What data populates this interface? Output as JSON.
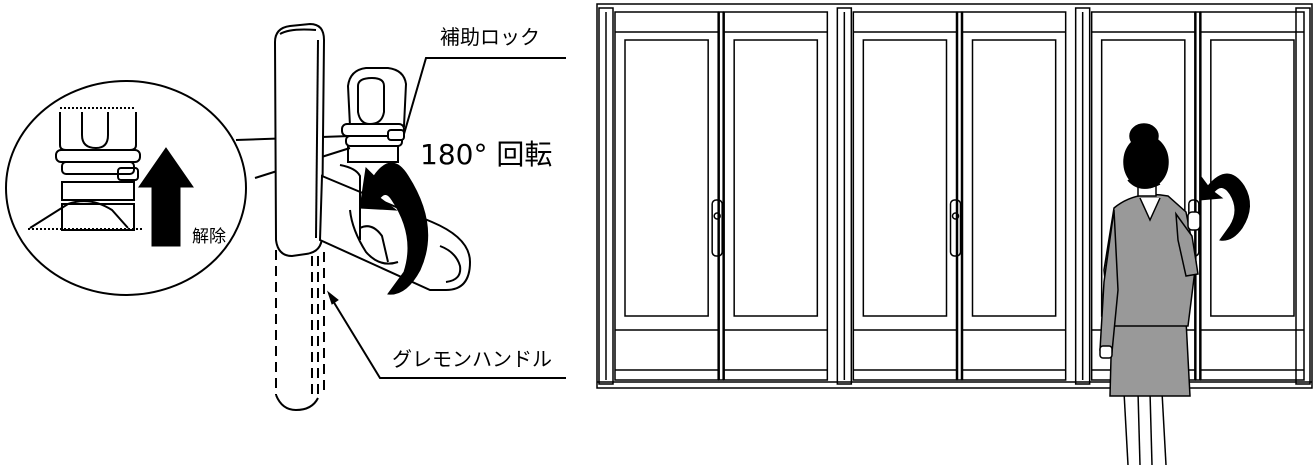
{
  "labels": {
    "aux_lock": "補助ロック",
    "rotation": "180° 回転",
    "release": "解除",
    "handle": "グレモンハンドル"
  },
  "colors": {
    "line": "#000000",
    "person_fill": "#999999",
    "background": "#ffffff"
  },
  "figure": {
    "cabinet_units": 3,
    "doors_per_unit": 2
  }
}
